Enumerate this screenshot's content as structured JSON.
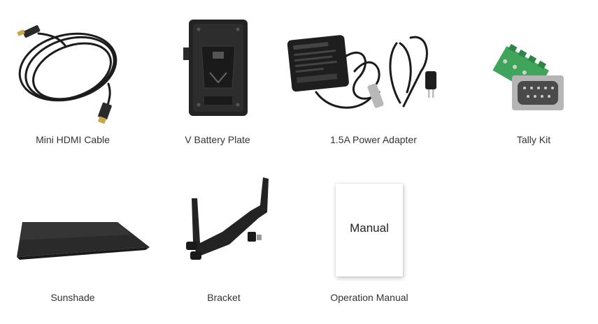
{
  "items": [
    {
      "name": "mini-hdmi-cable",
      "label": "Mini HDMI Cable",
      "icon": "hdmi-cable-icon"
    },
    {
      "name": "v-battery-plate",
      "label": "V Battery Plate",
      "icon": "battery-plate-icon"
    },
    {
      "name": "power-adapter",
      "label": "1.5A Power Adapter",
      "icon": "power-adapter-icon"
    },
    {
      "name": "tally-kit",
      "label": "Tally Kit",
      "icon": "tally-kit-icon"
    },
    {
      "name": "sunshade",
      "label": "Sunshade",
      "icon": "sunshade-icon"
    },
    {
      "name": "bracket",
      "label": "Bracket",
      "icon": "bracket-icon"
    },
    {
      "name": "operation-manual",
      "label": "Operation Manual",
      "icon": "manual-icon",
      "cover_text": "Manual"
    }
  ],
  "colors": {
    "background": "#ffffff",
    "label": "#333333",
    "product": "#1e1e1e",
    "terminal_green": "#3fa55a"
  }
}
